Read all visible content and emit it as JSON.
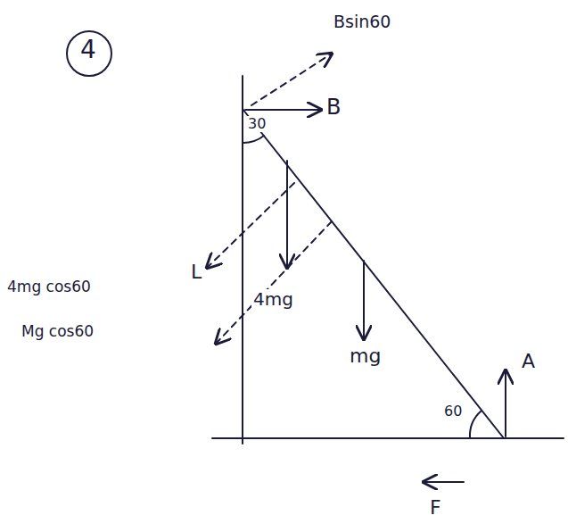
{
  "diagram": {
    "labels": [
      "4",
      "Bsin60",
      "B",
      "30",
      "4mg",
      "mg",
      "L",
      "4mg cos60",
      "Mg cos60",
      "60",
      "A",
      "F"
    ]
  }
}
